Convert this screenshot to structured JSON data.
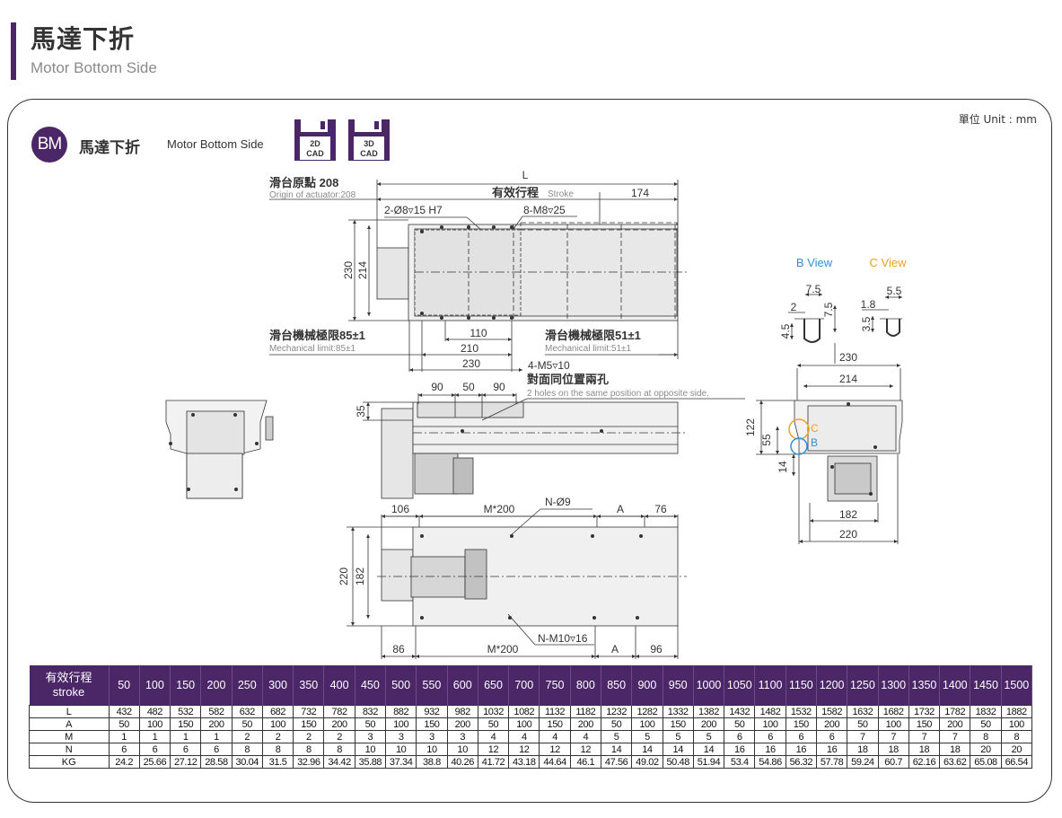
{
  "header": {
    "title": "馬達下折",
    "subtitle": "Motor Bottom Side"
  },
  "panel": {
    "unit": "單位 Unit : mm",
    "badge": "BM",
    "title": "馬達下折",
    "title_en": "Motor Bottom Side",
    "cad2d": "2D\nCAD",
    "cad2d_top": "2D",
    "cad2d_bot": "CAD",
    "cad3d_top": "3D",
    "cad3d_bot": "CAD"
  },
  "drawing": {
    "dim_L": "L",
    "origin_zh": "滑台原點 208",
    "origin_en": "Origin of actuator:208",
    "stroke_zh": "有效行程",
    "stroke_en": "Stroke",
    "dim_174": "174",
    "hole_2": "2-Ø8▿15 H7",
    "hole_8": "8-M8▿25",
    "dim_230": "230",
    "dim_214": "214",
    "mech_l_zh": "滑台機械極限85±1",
    "mech_l_en": "Mechanical limit:85±1",
    "mech_r_zh": "滑台機械極限51±1",
    "mech_r_en": "Mechanical limit:51±1",
    "dim_110": "110",
    "dim_210": "210",
    "dim_230b": "230",
    "m5": "4-M5▿10",
    "opp_zh": "對面同位置兩孔",
    "opp_en": "2 holes on the same position at opposite side.",
    "dim_90a": "90",
    "dim_50": "50",
    "dim_90b": "90",
    "dim_35": "35",
    "dim_106": "106",
    "m200a": "M*200",
    "n9": "N-Ø9",
    "dim_A": "A",
    "dim_76": "76",
    "dim_220": "220",
    "dim_182": "182",
    "m10": "N-M10▿16",
    "dim_86": "86",
    "m200b": "M*200",
    "dim_A2": "A",
    "dim_96": "96",
    "bview": "B View",
    "cview": "C View",
    "b75": "7.5",
    "b2": "2",
    "b75v": "7.5",
    "b45": "4.5",
    "c55": "5.5",
    "c18": "1.8",
    "c35": "3.5",
    "s230": "230",
    "s214": "214",
    "s122": "122",
    "s55": "55",
    "s14": "14",
    "sC": "C",
    "sB": "B",
    "s182": "182",
    "s220": "220"
  },
  "table": {
    "lead_zh": "有效行程",
    "lead_en": "stroke",
    "strokes": [
      "50",
      "100",
      "150",
      "200",
      "250",
      "300",
      "350",
      "400",
      "450",
      "500",
      "550",
      "600",
      "650",
      "700",
      "750",
      "800",
      "850",
      "900",
      "950",
      "1000",
      "1050",
      "1100",
      "1150",
      "1200",
      "1250",
      "1300",
      "1350",
      "1400",
      "1450",
      "1500"
    ],
    "rows": [
      {
        "label": "L",
        "values": [
          "432",
          "482",
          "532",
          "582",
          "632",
          "682",
          "732",
          "782",
          "832",
          "882",
          "932",
          "982",
          "1032",
          "1082",
          "1132",
          "1182",
          "1232",
          "1282",
          "1332",
          "1382",
          "1432",
          "1482",
          "1532",
          "1582",
          "1632",
          "1682",
          "1732",
          "1782",
          "1832",
          "1882"
        ]
      },
      {
        "label": "A",
        "values": [
          "50",
          "100",
          "150",
          "200",
          "50",
          "100",
          "150",
          "200",
          "50",
          "100",
          "150",
          "200",
          "50",
          "100",
          "150",
          "200",
          "50",
          "100",
          "150",
          "200",
          "50",
          "100",
          "150",
          "200",
          "50",
          "100",
          "150",
          "200",
          "50",
          "100"
        ]
      },
      {
        "label": "M",
        "values": [
          "1",
          "1",
          "1",
          "1",
          "2",
          "2",
          "2",
          "2",
          "3",
          "3",
          "3",
          "3",
          "4",
          "4",
          "4",
          "4",
          "5",
          "5",
          "5",
          "5",
          "6",
          "6",
          "6",
          "6",
          "7",
          "7",
          "7",
          "7",
          "8",
          "8"
        ]
      },
      {
        "label": "N",
        "values": [
          "6",
          "6",
          "6",
          "6",
          "8",
          "8",
          "8",
          "8",
          "10",
          "10",
          "10",
          "10",
          "12",
          "12",
          "12",
          "12",
          "14",
          "14",
          "14",
          "14",
          "16",
          "16",
          "16",
          "16",
          "18",
          "18",
          "18",
          "18",
          "20",
          "20"
        ]
      },
      {
        "label": "KG",
        "values": [
          "24.2",
          "25.66",
          "27.12",
          "28.58",
          "30.04",
          "31.5",
          "32.96",
          "34.42",
          "35.88",
          "37.34",
          "38.8",
          "40.26",
          "41.72",
          "43.18",
          "44.64",
          "46.1",
          "47.56",
          "49.02",
          "50.48",
          "51.94",
          "53.4",
          "54.86",
          "56.32",
          "57.78",
          "59.24",
          "60.7",
          "62.16",
          "63.62",
          "65.08",
          "66.54"
        ]
      }
    ]
  },
  "colors": {
    "brand": "#4b2767",
    "b_view": "#2f8fd8",
    "c_view": "#f0a020"
  }
}
